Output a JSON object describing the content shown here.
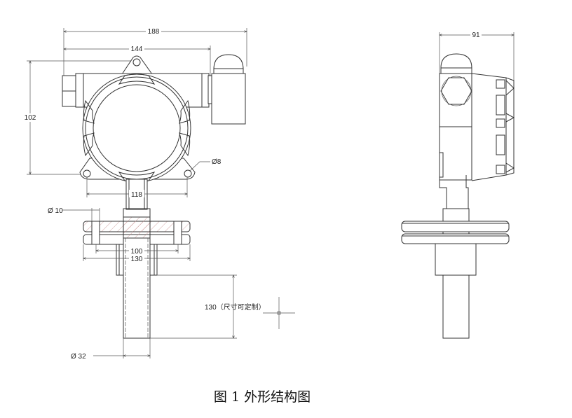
{
  "front_view": {
    "dim_overall_width": "188",
    "dim_body_width": "144",
    "dim_height": "102",
    "dim_mount_hole_spacing": "118",
    "dim_mount_hole": "Ø8",
    "dim_flange_hole": "Ø 10",
    "dim_bolt_circle": "100",
    "dim_flange_diameter": "130",
    "dim_probe_length": "130（尺寸可定制）",
    "dim_probe_diameter": "Ø 32"
  },
  "side_view": {
    "dim_depth": "91"
  },
  "caption": "图 1  外形结构图"
}
